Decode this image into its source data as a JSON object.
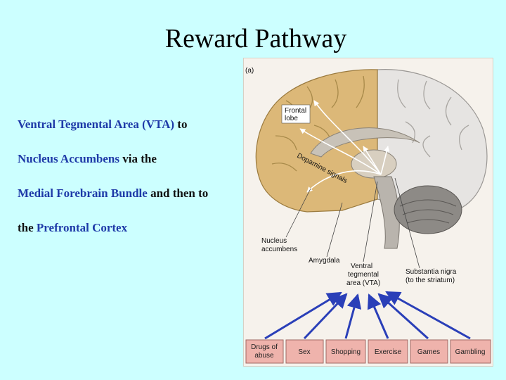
{
  "slide": {
    "title": "Reward Pathway"
  },
  "bullets": [
    {
      "parts": [
        {
          "text": "Ventral Tegmental Area (VTA)",
          "style": "blue"
        },
        {
          "text": " to",
          "style": "blk"
        }
      ]
    },
    {
      "parts": [
        {
          "text": "Nucleus Accumbens",
          "style": "blue"
        },
        {
          "text": " via the",
          "style": "blk"
        }
      ]
    },
    {
      "parts": [
        {
          "text": "Medial Forebrain Bundle",
          "style": "blue"
        },
        {
          "text": " and then to",
          "style": "blk"
        }
      ]
    },
    {
      "parts": [
        {
          "text": "the ",
          "style": "blk"
        },
        {
          "text": "Prefrontal Cortex",
          "style": "blue"
        }
      ]
    }
  ],
  "figure": {
    "panel_label": "(a)",
    "labels": {
      "frontal_lobe_1": "Frontal",
      "frontal_lobe_2": "lobe",
      "dopamine_signals": "Dopamine signals",
      "nucleus_accumbens_1": "Nucleus",
      "nucleus_accumbens_2": "accumbens",
      "amygdala": "Amygdala",
      "vta_1": "Ventral",
      "vta_2": "tegmental",
      "vta_3": "area (VTA)",
      "substantia_1": "Substantia nigra",
      "substantia_2": "(to the striatum)"
    },
    "categories": [
      "Drugs of abuse",
      "Sex",
      "Shopping",
      "Exercise",
      "Games",
      "Gambling"
    ],
    "colors": {
      "tan": "#dcb878",
      "arrow": "#2a3fb8",
      "box": "#efb3ac"
    }
  }
}
